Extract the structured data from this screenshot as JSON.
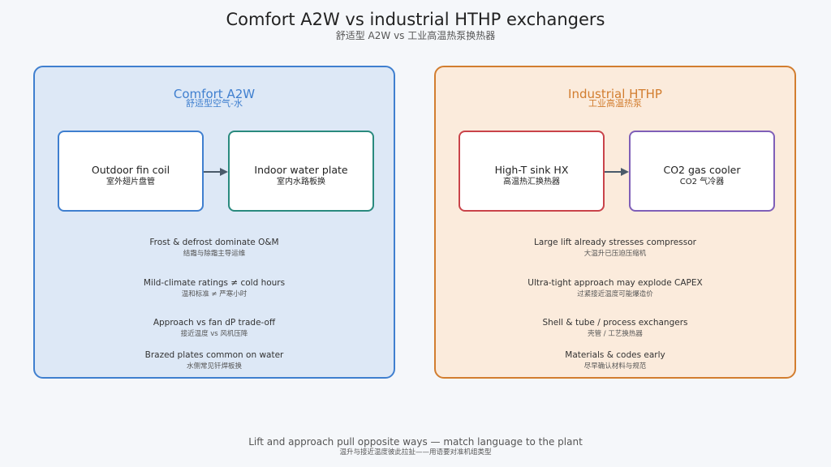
{
  "header": {
    "title": "Comfort A2W vs industrial HTHP exchangers",
    "subtitle": "舒适型 A2W vs 工业高温热泵换热器"
  },
  "colors": {
    "comfort_accent": "#3f7fcf",
    "industrial_accent": "#d27d2f",
    "outdoor_coil_border": "#3f7fcf",
    "indoor_plate_border": "#2a8a7e",
    "sink_hx_border": "#c9434a",
    "gas_cooler_border": "#7f5fb8",
    "arrow": "#4a5a6a"
  },
  "left_panel": {
    "title": "Comfort A2W",
    "subtitle": "舒适型空气-水",
    "boxes": [
      {
        "label": "Outdoor fin coil",
        "sublabel": "室外翅片盘管"
      },
      {
        "label": "Indoor water plate",
        "sublabel": "室内水路板换"
      }
    ],
    "notes": [
      {
        "en": "Frost & defrost dominate O&M",
        "zh": "结霜与除霜主导运维"
      },
      {
        "en": "Mild-climate ratings ≠ cold hours",
        "zh": "温和标准 ≠ 严寒小时"
      },
      {
        "en": "Approach vs fan dP trade-off",
        "zh": "接近温度 vs 风机压降"
      },
      {
        "en": "Brazed plates common on water",
        "zh": "水侧常见钎焊板换"
      }
    ]
  },
  "right_panel": {
    "title": "Industrial HTHP",
    "subtitle": "工业高温热泵",
    "boxes": [
      {
        "label": "High-T sink HX",
        "sublabel": "高温热汇换热器"
      },
      {
        "label": "CO2 gas cooler",
        "sublabel": "CO2 气冷器"
      }
    ],
    "notes": [
      {
        "en": "Large lift already stresses compressor",
        "zh": "大温升已压迫压缩机"
      },
      {
        "en": "Ultra-tight approach may explode CAPEX",
        "zh": "过紧接近温度可能爆造价"
      },
      {
        "en": "Shell & tube / process exchangers",
        "zh": "壳管 / 工艺换热器"
      },
      {
        "en": "Materials & codes early",
        "zh": "尽早确认材料与规范"
      }
    ]
  },
  "footer": {
    "text": "Lift and approach pull opposite ways — match language to the plant",
    "subtext": "温升与接近温度彼此拉扯——用语要对准机组类型"
  }
}
